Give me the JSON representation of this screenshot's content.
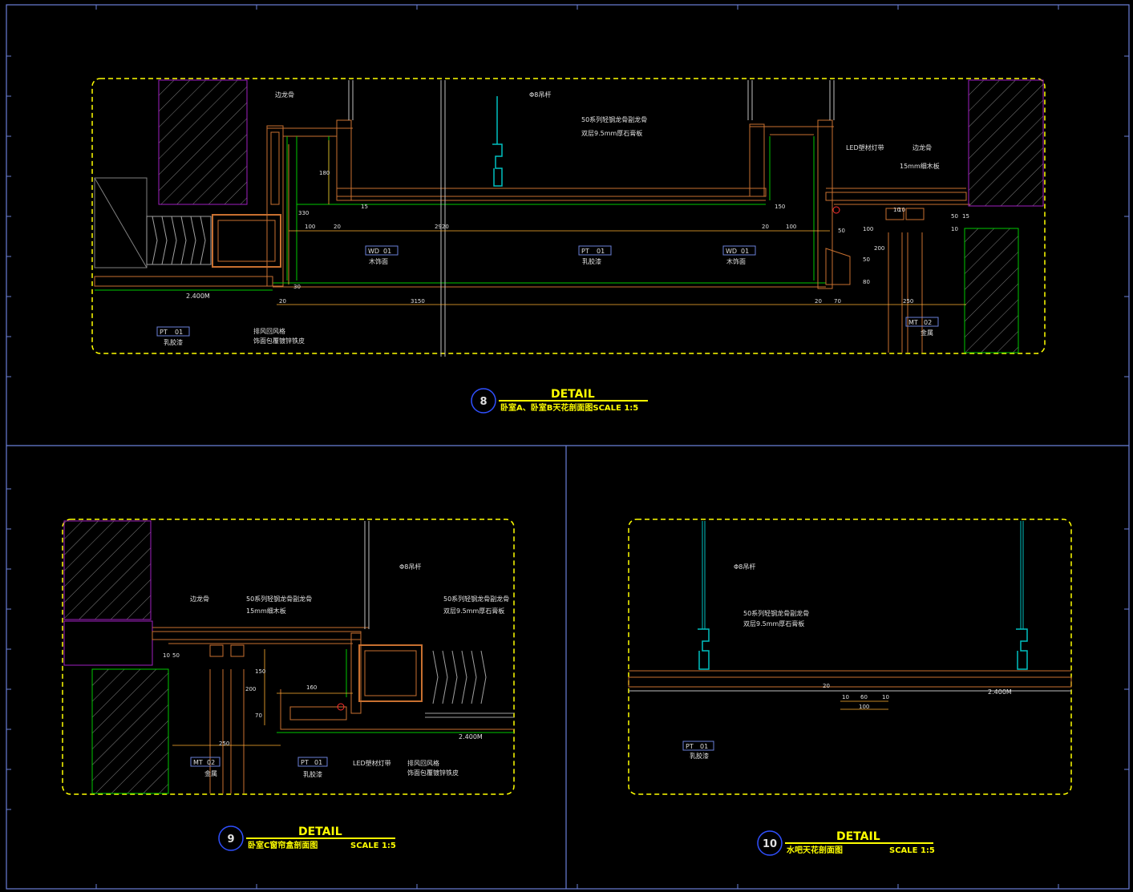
{
  "colors": {
    "background": "#000000",
    "frame": "#6a7fd8",
    "dashed_boundary": "#ffff00",
    "wood": "#c87030",
    "green": "#00c800",
    "purple": "#a020c0",
    "hatch": "#808080",
    "dimension": "#ffb030",
    "text": "#e0e0e0",
    "title": "#ffff00",
    "hanger": "#00c0c0",
    "marker": "#ff3030",
    "circle": "#3050ff"
  },
  "detail8": {
    "number": "8",
    "detail_label": "DETAIL",
    "subtitle": "卧室A、卧室B天花剖面图SCALE 1:5",
    "labels": {
      "edge_keel_left": "边龙骨",
      "hanger_rod": "Φ8吊杆",
      "keel": "50系列轻钢龙骨副龙骨",
      "gypsum": "双层9.5mm厚石膏板",
      "led": "LED塑材灯带",
      "edge_keel_right": "边龙骨",
      "board": "15mm细木板",
      "elevation": "2.400M",
      "exhaust1": "排风回风格",
      "exhaust2": "饰面包覆镀锌铁皮",
      "pt_label": "乳胶漆",
      "wd_label_left": "木饰面",
      "wd_label_right": "木饰面",
      "mt_label": "金属"
    },
    "tags": {
      "pt_bottom": [
        "PT",
        "01"
      ],
      "pt_mid": [
        "PT",
        "01"
      ],
      "wd_left": [
        "WD",
        "01"
      ],
      "wd_right": [
        "WD",
        "01"
      ],
      "mt": [
        "MT",
        "02"
      ]
    },
    "dims": {
      "d100a": "100",
      "d20a": "20",
      "d2920": "2920",
      "d20b": "20",
      "d100b": "100",
      "d3150": "3150",
      "d20c": "20",
      "d20d": "20",
      "d70": "70",
      "d250": "250",
      "d330": "330",
      "d30": "30",
      "d180": "180",
      "d15a": "15",
      "d150": "150",
      "d10a": "10",
      "d10b": "10",
      "d50": "50",
      "d100v": "100",
      "d200": "200",
      "d50v": "50",
      "d80": "80",
      "d10c": "10",
      "d50c": "50",
      "d15b": "15"
    }
  },
  "detail9": {
    "number": "9",
    "detail_label": "DETAIL",
    "subtitle": "卧室C窗帘盒剖面图",
    "scale": "SCALE 1:5",
    "labels": {
      "edge_keel": "边龙骨",
      "keel": "50系列轻钢龙骨副龙骨",
      "board": "15mm细木板",
      "hanger_rod": "Φ8吊杆",
      "keel2": "50系列轻钢龙骨副龙骨",
      "gypsum": "双层9.5mm厚石膏板",
      "elevation": "2.400M",
      "led": "LED塑材灯带",
      "exhaust1": "排风回风格",
      "exhaust2": "饰面包覆镀锌铁皮",
      "pt_label": "乳胶漆",
      "mt_label": "金属"
    },
    "tags": {
      "mt": [
        "MT",
        "02"
      ],
      "pt": [
        "PT",
        "01"
      ]
    },
    "dims": {
      "d10": "10",
      "d50": "50",
      "d150": "150",
      "d200": "200",
      "d160": "160",
      "d70": "70",
      "d250": "250"
    }
  },
  "detail10": {
    "number": "10",
    "detail_label": "DETAIL",
    "subtitle": "水吧天花剖面图",
    "scale": "SCALE 1:5",
    "labels": {
      "hanger_rod": "Φ8吊杆",
      "keel": "50系列轻钢龙骨副龙骨",
      "gypsum": "双层9.5mm厚石膏板",
      "elevation": "2.400M",
      "pt_label": "乳胶漆"
    },
    "tags": {
      "pt": [
        "PT",
        "01"
      ]
    },
    "dims": {
      "d10a": "10",
      "d60": "60",
      "d10b": "10",
      "d100": "100",
      "d20": "20"
    }
  }
}
